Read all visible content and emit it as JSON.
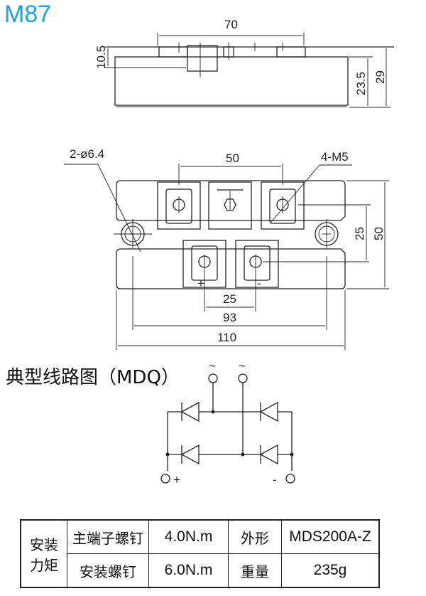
{
  "title": "M87",
  "side_view": {
    "dims": {
      "top_width": "70",
      "terminal_height": "10.5",
      "body_height": "23.5",
      "total_height": "29"
    }
  },
  "top_view": {
    "dims": {
      "hole_label": "2-ø6.4",
      "screw_label": "4-M5",
      "terminal_spacing_top": "50",
      "terminal_spacing_vertical": "25",
      "body_height": "50",
      "terminal_spacing_bottom": "25",
      "hole_spacing": "93",
      "body_width": "110"
    },
    "polarity": {
      "plus": "+",
      "minus": "-"
    }
  },
  "circuit": {
    "title": "典型线路图（MDQ）",
    "ac_label_1": "~",
    "ac_label_2": "~",
    "plus_label": "+",
    "minus_label": "-"
  },
  "spec_table": {
    "group_label": "安装力矩",
    "group_label_line1": "安装",
    "group_label_line2": "力矩",
    "rows": [
      {
        "item": "主端子螺钉",
        "value": "4.0N.m",
        "prop": "外形",
        "prop_value": "MDS200A-Z"
      },
      {
        "item": "安装螺钉",
        "value": "6.0N.m",
        "prop": "重量",
        "prop_value": "235g"
      }
    ]
  },
  "colors": {
    "title": "#1aa3e8",
    "line": "#222222"
  }
}
